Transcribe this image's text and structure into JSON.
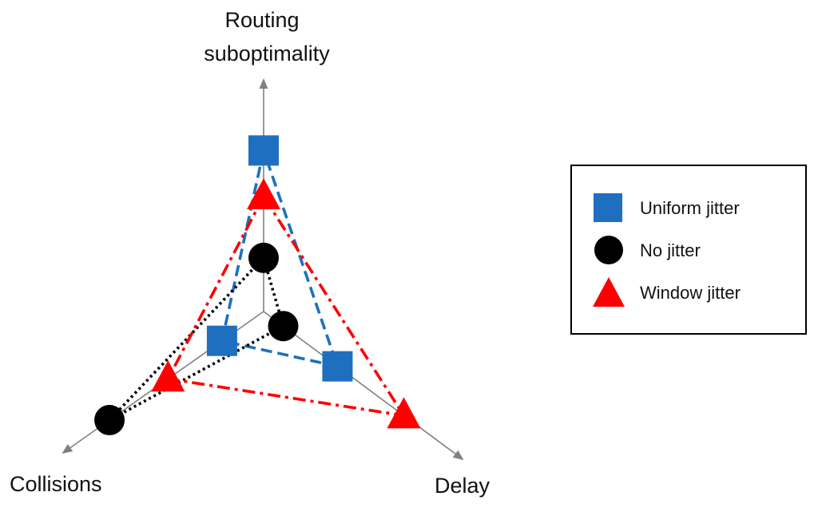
{
  "axes": {
    "routing": {
      "label_line1": "Routing",
      "label_line2": "suboptimality"
    },
    "collisions": {
      "label": "Collisions"
    },
    "delay": {
      "label": "Delay"
    }
  },
  "series": [
    {
      "key": "uniform",
      "name": "Uniform jitter",
      "marker": "square",
      "color": "#1f6fc0",
      "dash": "dashed",
      "values": {
        "routing": 0.84,
        "collisions": 0.27,
        "delay": 0.49
      }
    },
    {
      "key": "none",
      "name": "No jitter",
      "marker": "circle",
      "color": "#000000",
      "dash": "dotted",
      "values": {
        "routing": 0.28,
        "collisions": 1.0,
        "delay": 0.13
      }
    },
    {
      "key": "window",
      "name": "Window jitter",
      "marker": "triangle",
      "color": "#ff0000",
      "dash": "dashdot",
      "values": {
        "routing": 0.6,
        "collisions": 0.62,
        "delay": 0.93
      }
    }
  ],
  "colors": {
    "axis": "#808080"
  }
}
